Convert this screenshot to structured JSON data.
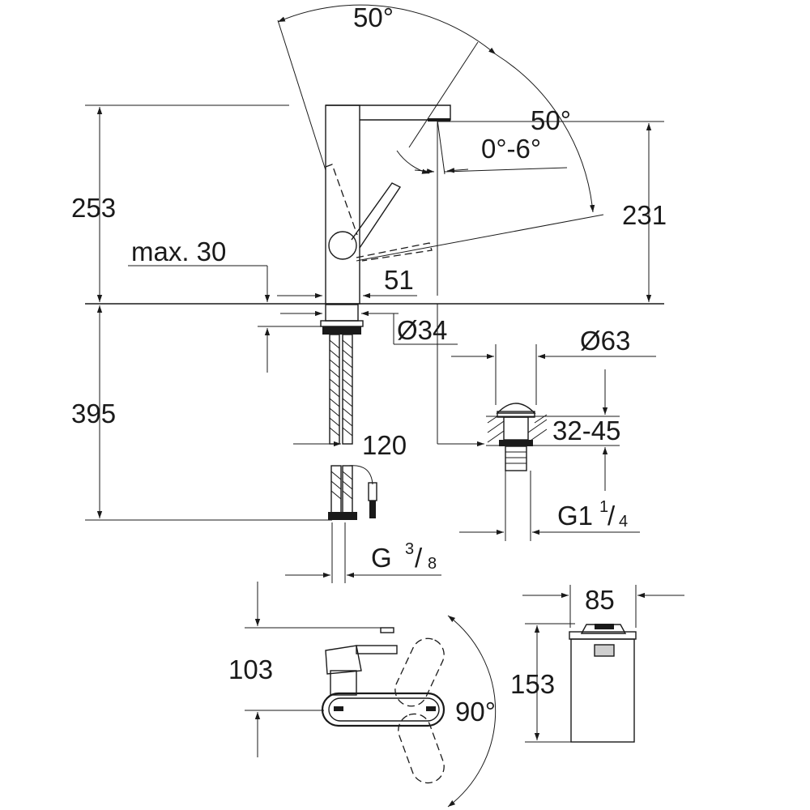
{
  "dimensions": {
    "angle_top": "50°",
    "angle_right": "50°",
    "spout_tilt": "0°-6°",
    "height_total": "253",
    "height_spout": "231",
    "max_deck": "max. 30",
    "spout_offset": "51",
    "below_deck": "395",
    "body_diameter": "Ø34",
    "hose_offset": "120",
    "drain_diameter": "Ø63",
    "drain_range": "32-45",
    "drain_thread_main": "G1",
    "drain_thread_num": "1",
    "drain_thread_den": "4",
    "connection_main": "G",
    "connection_num": "3",
    "connection_den": "8",
    "plan_depth": "103",
    "plan_angle": "90°",
    "box_width": "85",
    "box_height": "153"
  },
  "colors": {
    "line": "#1a1a1a",
    "fill_grey": "#cfcfcf",
    "background": "#ffffff"
  },
  "icons": [
    "faucet-side-view",
    "pop-up-drain",
    "faucet-top-view",
    "control-box"
  ]
}
